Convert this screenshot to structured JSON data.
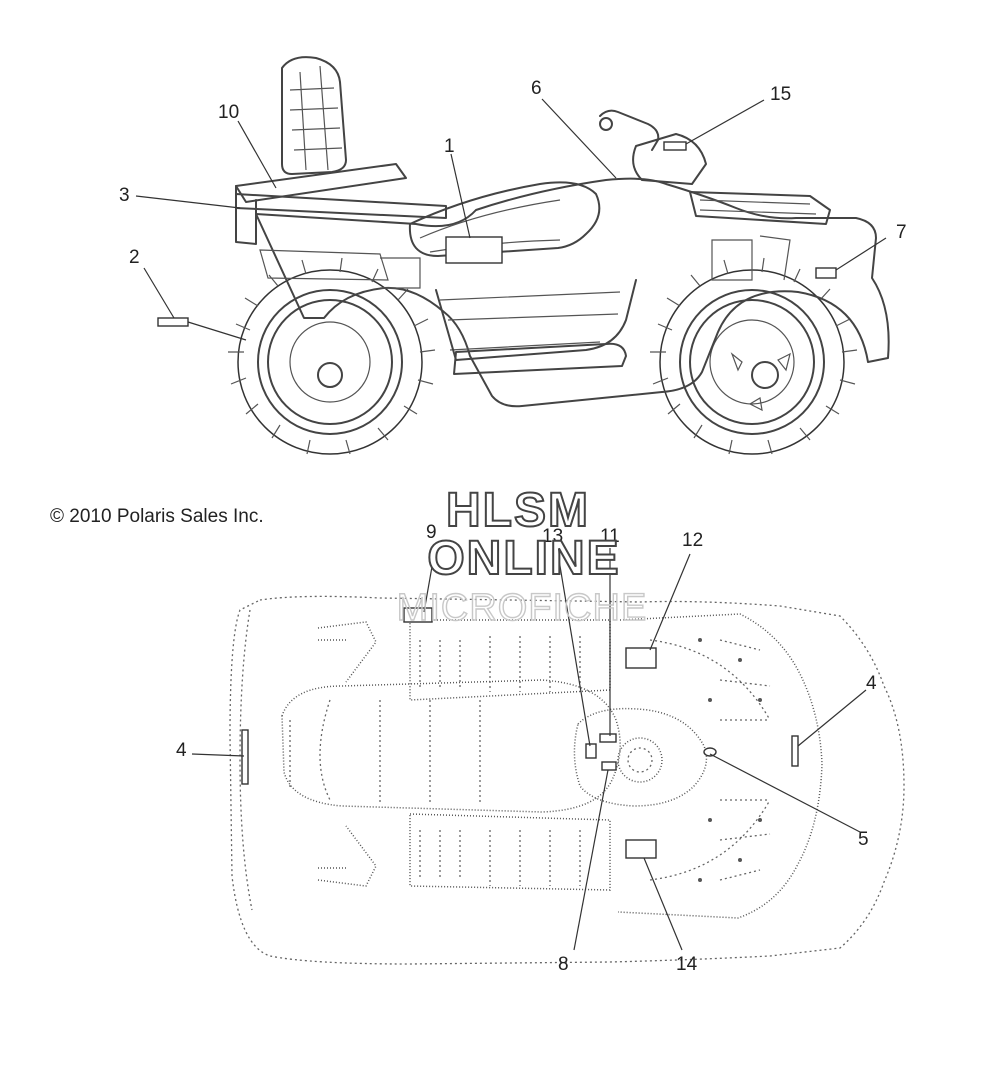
{
  "copyright": "© 2010 Polaris Sales Inc.",
  "watermark": {
    "line1": "HLSM",
    "line2": "ONLINE",
    "line3": "MICROFICHE"
  },
  "callouts": {
    "c1": "1",
    "c2": "2",
    "c3": "3",
    "c4a": "4",
    "c4b": "4",
    "c5": "5",
    "c6": "6",
    "c7": "7",
    "c8": "8",
    "c9": "9",
    "c10": "10",
    "c11": "11",
    "c12": "12",
    "c13": "13",
    "c14": "14",
    "c15": "15"
  }
}
